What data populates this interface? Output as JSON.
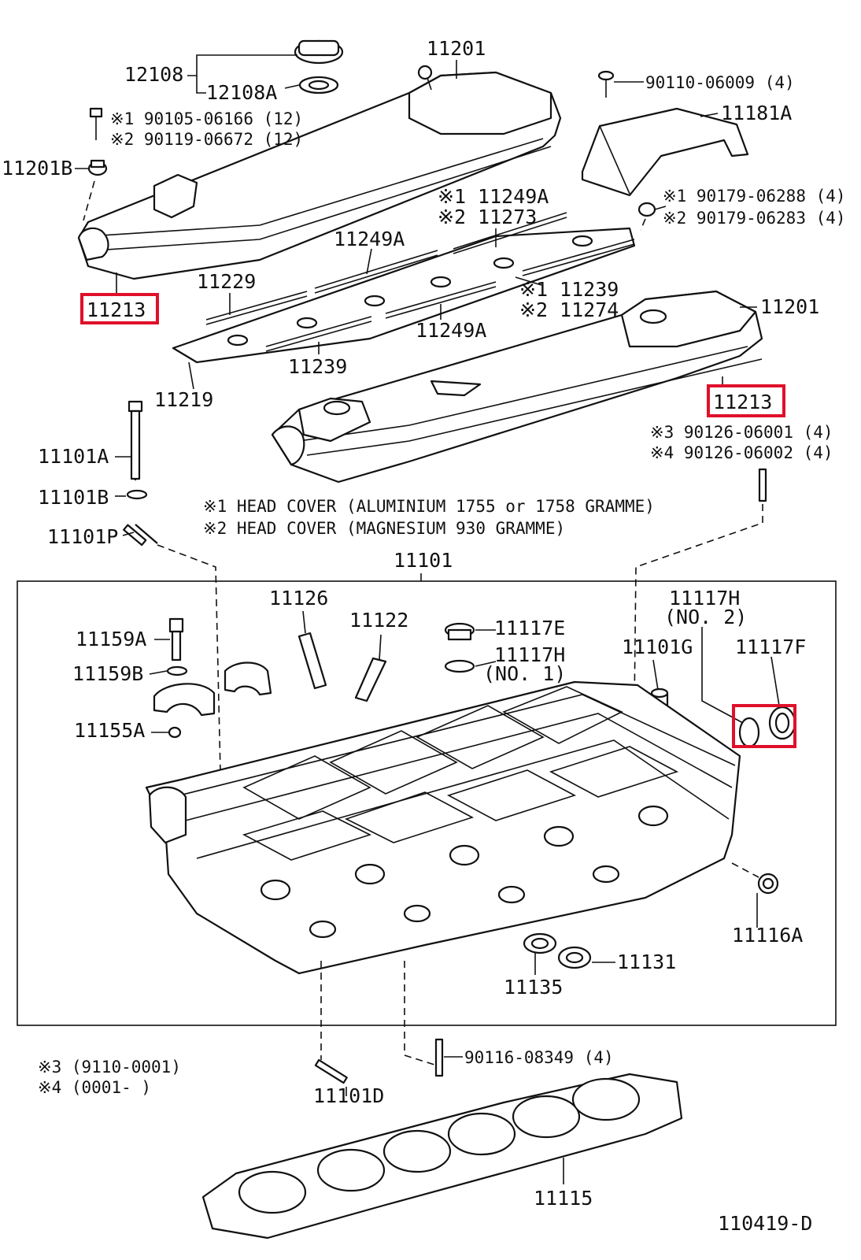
{
  "labels": {
    "l12108": "12108",
    "l12108A": "12108A",
    "l11201_top": "11201",
    "l90110": "90110-06009 (4)",
    "l11181A": "11181A",
    "lx1_90105": "※1 90105-06166 (12)",
    "lx2_90119": "※2 90119-06672 (12)",
    "l11201B": "11201B",
    "lx1_11249A": "※1 11249A",
    "lx2_11273": "※2 11273",
    "lx1_90179": "※1 90179-06288 (4)",
    "lx2_90179": "※2 90179-06283 (4)",
    "l11249A_a": "11249A",
    "l11229": "11229",
    "l11213_left": "11213",
    "lx1_11239": "※1 11239",
    "lx2_11274": "※2 11274",
    "l11201_mid": "11201",
    "l11249A_b": "11249A",
    "l11239": "11239",
    "l11219": "11219",
    "l11213_right": "11213",
    "lx3_90126": "※3  90126-06001 (4)",
    "lx4_90126": "※4  90126-06002 (4)",
    "l11101A": "11101A",
    "l11101B": "11101B",
    "l11101P": "11101P",
    "note1": "※1 HEAD COVER (ALUMINIUM 1755 or 1758 GRAMME)",
    "note2": "※2 HEAD COVER (MAGNESIUM 930 GRAMME)",
    "l11101": "11101",
    "l11126": "11126",
    "l11122": "11122",
    "l11117E": "11117E",
    "l11117H_no2": "11117H",
    "l_no2": "(NO. 2)",
    "l11159A": "11159A",
    "l11117H_no1": "11117H",
    "l_no1": "(NO. 1)",
    "l11101G": "11101G",
    "l11117F": "11117F",
    "l11159B": "11159B",
    "l11155A": "11155A",
    "l11116A": "11116A",
    "l11131": "11131",
    "l11135": "11135",
    "l90116": "90116-08349 (4)",
    "lx3_range": "※3  (9110-0001)",
    "lx4_range": "※4  (0001-       )",
    "l11101D": "11101D",
    "l11115": "11115",
    "l_fig": "110419-D"
  },
  "highlight_color": "#e0102a"
}
